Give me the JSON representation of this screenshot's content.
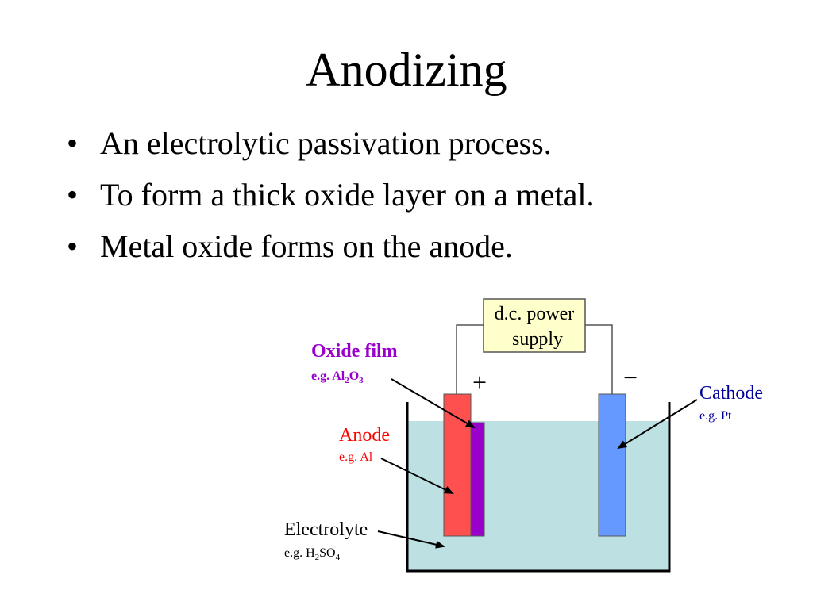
{
  "slide": {
    "title": "Anodizing",
    "bullets": [
      "An electrolytic passivation process.",
      "To form a thick oxide layer on a metal.",
      "Metal oxide forms on the anode."
    ]
  },
  "diagram": {
    "power_supply": {
      "line1": "d.c. power",
      "line2": "supply"
    },
    "plus_sign": "+",
    "minus_sign": "−",
    "oxide_film": {
      "label": "Oxide film",
      "example_prefix": "e.g. Al",
      "sub1": "2",
      "mid": "O",
      "sub2": "3"
    },
    "anode": {
      "label": "Anode",
      "example": "e.g. Al"
    },
    "cathode": {
      "label": "Cathode",
      "example": "e.g. Pt"
    },
    "electrolyte": {
      "label": "Electrolyte",
      "example_prefix": "e.g. H",
      "sub1": "2",
      "mid": "SO",
      "sub2": "4"
    },
    "colors": {
      "electrolyte_fill": "#bde0e3",
      "anode_fill": "#ff5050",
      "oxide_fill": "#9900cc",
      "cathode_fill": "#6699ff",
      "power_box_fill": "#ffffcc",
      "oxide_label": "#9900cc",
      "anode_label": "#ff0000",
      "cathode_label": "#000099"
    }
  }
}
